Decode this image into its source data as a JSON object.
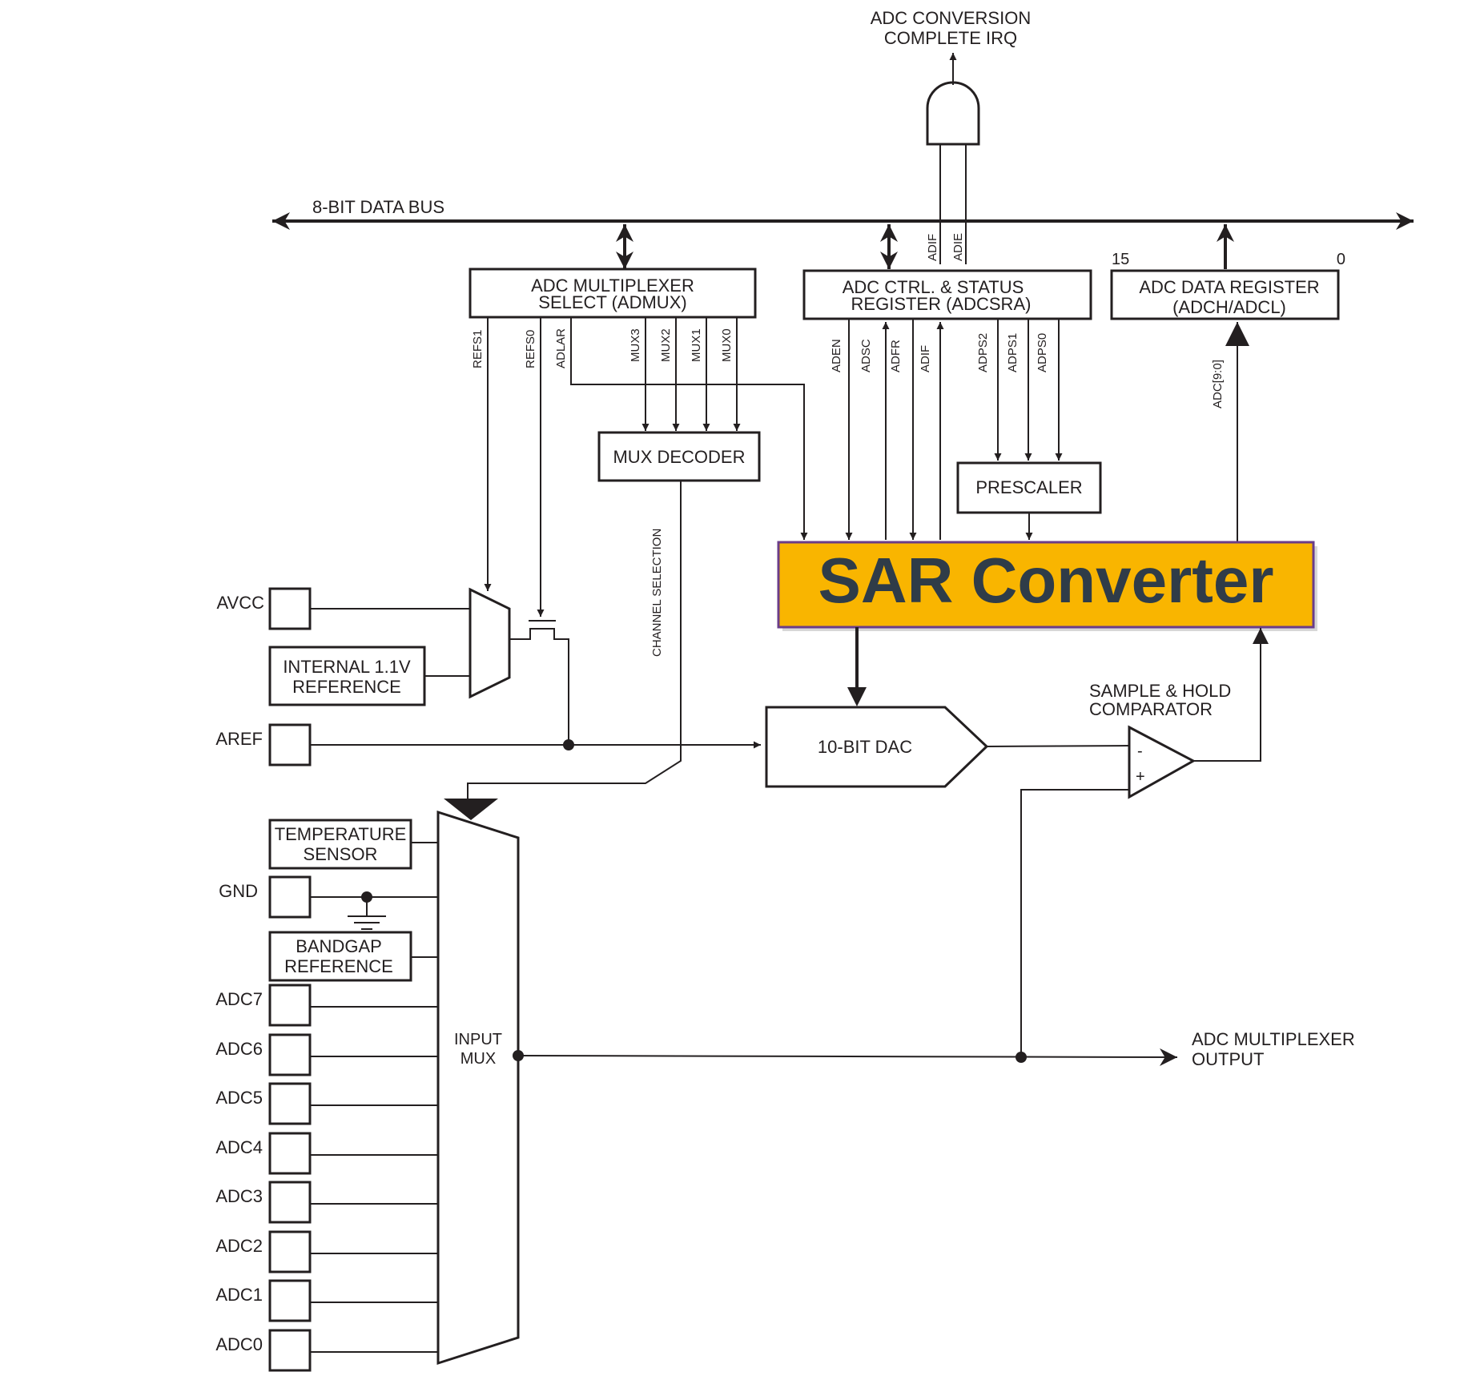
{
  "irq_label": [
    "ADC CONVERSION",
    "COMPLETE IRQ"
  ],
  "bus_label": "8-BIT DATA BUS",
  "admux": {
    "lines": [
      "ADC MULTIPLEXER",
      "SELECT (ADMUX)"
    ],
    "bits": [
      "REFS1",
      "REFS0",
      "ADLAR",
      "MUX3",
      "MUX2",
      "MUX1",
      "MUX0"
    ]
  },
  "adcsra": {
    "lines": [
      "ADC CTRL. & STATUS",
      "REGISTER (ADCSRA)"
    ],
    "bits": [
      "ADEN",
      "ADSC",
      "ADFR",
      "ADIF",
      "ADPS2",
      "ADPS1",
      "ADPS0"
    ],
    "top_bits": [
      "ADIF",
      "ADIE"
    ]
  },
  "adc_data": {
    "lines": [
      "ADC DATA REGISTER",
      "(ADCH/ADCL)"
    ],
    "msb": "15",
    "lsb": "0",
    "bits_label": "ADC[9:0]"
  },
  "mux_decoder": "MUX DECODER",
  "prescaler": "PRESCALER",
  "sar": {
    "label": "SAR Converter",
    "fill": "#f9b500",
    "border": "#6a3d8a"
  },
  "channel_selection": "CHANNEL SELECTION",
  "dac": "10-BIT DAC",
  "comparator": {
    "lines": [
      "SAMPLE & HOLD",
      "COMPARATOR"
    ],
    "minus": "-",
    "plus": "+"
  },
  "internal_ref": [
    "INTERNAL 1.1V",
    "REFERENCE"
  ],
  "temp_sensor": [
    "TEMPERATURE",
    "SENSOR"
  ],
  "bandgap": [
    "BANDGAP",
    "REFERENCE"
  ],
  "input_mux": [
    "INPUT",
    "MUX"
  ],
  "mux_output": [
    "ADC MULTIPLEXER",
    "OUTPUT"
  ],
  "pins": {
    "avcc": "AVCC",
    "aref": "AREF",
    "gnd": "GND",
    "adc": [
      "ADC7",
      "ADC6",
      "ADC5",
      "ADC4",
      "ADC3",
      "ADC2",
      "ADC1",
      "ADC0"
    ]
  }
}
